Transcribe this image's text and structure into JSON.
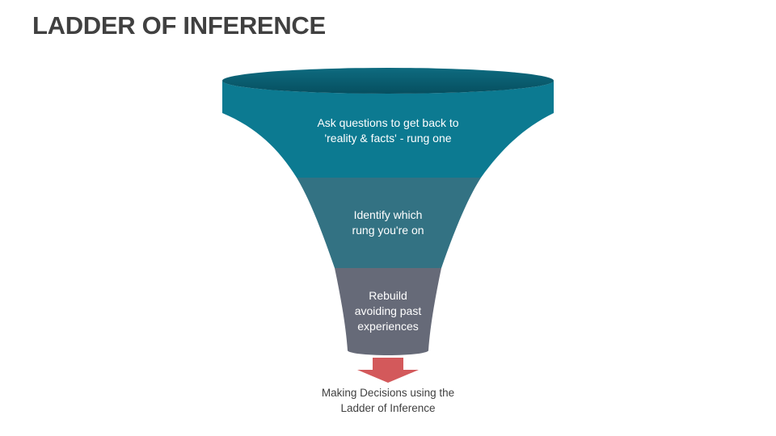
{
  "title": "LADDER OF INFERENCE",
  "stages": [
    {
      "lines": [
        "Ask questions to get back to",
        "'reality & facts' - rung one"
      ]
    },
    {
      "lines": [
        "Identify which",
        "rung you're on"
      ]
    },
    {
      "lines": [
        "Rebuild",
        "avoiding past",
        "experiences"
      ]
    }
  ],
  "outcome": {
    "lines": [
      "Making Decisions using the",
      "Ladder of Inference"
    ]
  },
  "colors": {
    "rim": "#0b5f72",
    "stage1": "#0c7a91",
    "stage2": "#337283",
    "stage3": "#666a78",
    "arrow": "#d3595b",
    "title": "#404040"
  }
}
